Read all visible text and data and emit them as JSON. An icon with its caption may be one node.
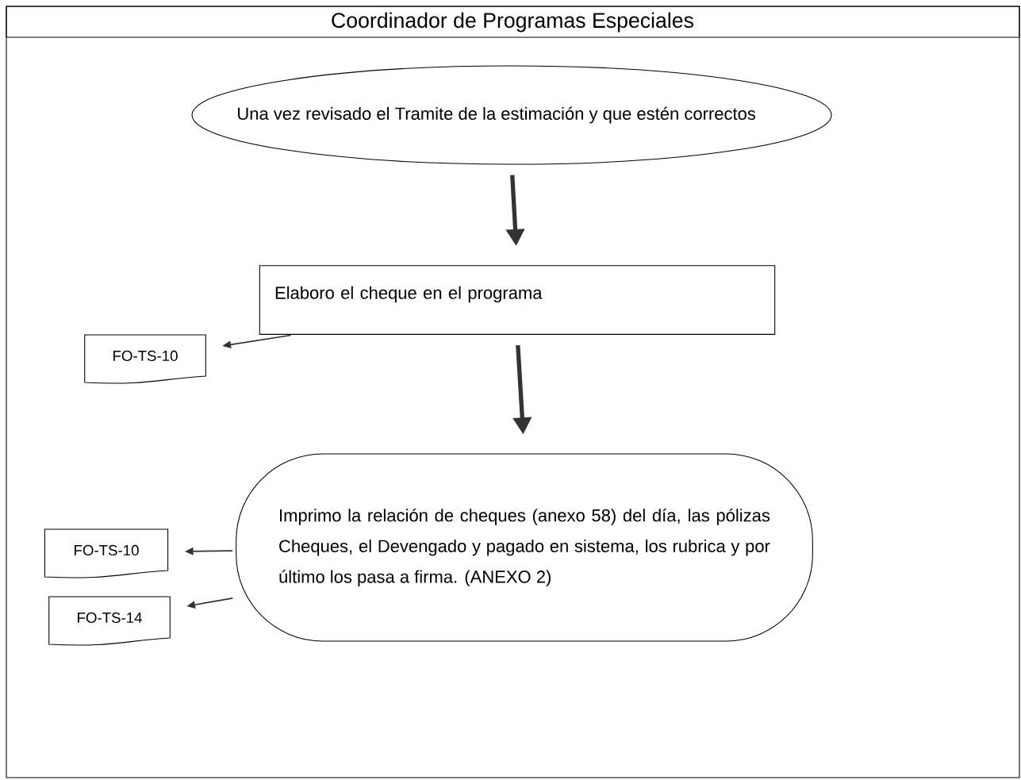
{
  "diagram": {
    "title": "Coordinador de Programas Especiales",
    "nodes": [
      {
        "text": [
          "Una vez revisado el Tramite de la estimación y que estén correctos"
        ]
      },
      {
        "text": [
          "Elaboro el cheque en el programa"
        ]
      },
      {
        "text": [
          "FO-TS-10"
        ]
      },
      {
        "text": [
          "Imprimo la relación de cheques (anexo 58) del día, las pólizas Cheques, el Devengado y pagado en sistema, los rubrica y por último los pasa a firma. (ANEXO 2)"
        ]
      },
      {
        "text": [
          "FO-TS-10"
        ]
      },
      {
        "text": [
          "FO-TS-14"
        ]
      }
    ],
    "edges": [
      {
        "from": 0,
        "to": 1,
        "arrow": "to",
        "style": "thick"
      },
      {
        "from": 1,
        "to": 2,
        "arrow": "to"
      },
      {
        "from": 1,
        "to": 3,
        "arrow": "to",
        "style": "thick"
      },
      {
        "from": 3,
        "to": 4,
        "arrow": "to"
      },
      {
        "from": 3,
        "to": 5,
        "arrow": "to"
      }
    ]
  }
}
